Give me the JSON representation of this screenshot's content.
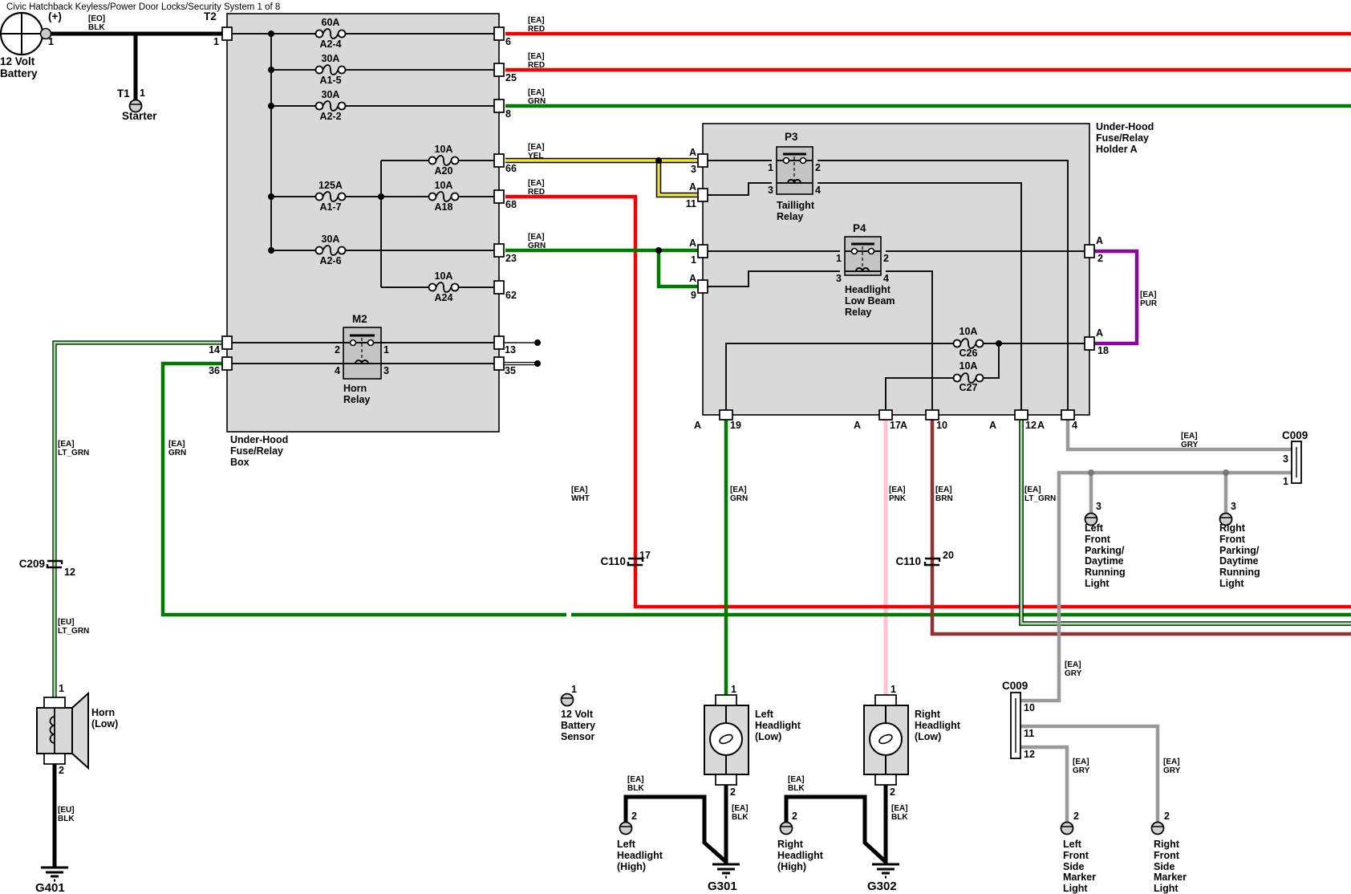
{
  "title": "Civic Hatchback Keyless/Power Door Locks/Security System 1 of 8",
  "colors": {
    "red": "#f40000",
    "green": "#007a00",
    "lt_green": "#9be89b",
    "yellow": "#f2e42c",
    "pink": "#ffc3ce",
    "brown": "#8e3434",
    "gray": "#999999",
    "purple": "#87099a",
    "black": "#000000"
  },
  "battery": {
    "plus": "(+)",
    "pin": "1",
    "label": "12 Volt\nBattery",
    "wire": "[EO]\nBLK",
    "t2": "T2",
    "t2_pin": "1"
  },
  "starter": {
    "t1": "T1",
    "pin": "1",
    "label": "Starter"
  },
  "fusebox": {
    "label": "Under-Hood\nFuse/Relay\nBox",
    "fuses": [
      {
        "amp": "60A",
        "id": "A2-4",
        "pin": "6",
        "wire": "[EA]\nRED"
      },
      {
        "amp": "30A",
        "id": "A1-5",
        "pin": "25",
        "wire": "[EA]\nRED"
      },
      {
        "amp": "30A",
        "id": "A2-2",
        "pin": "8",
        "wire": "[EA]\nGRN"
      },
      {
        "amp": "10A",
        "id": "A20",
        "pin": "66",
        "wire": "[EA]\nYEL"
      },
      {
        "amp": "125A",
        "id": "A1-7",
        "pin": "",
        "wire": ""
      },
      {
        "amp": "10A",
        "id": "A18",
        "pin": "68",
        "wire": "[EA]\nRED"
      },
      {
        "amp": "30A",
        "id": "A2-6",
        "pin": "23",
        "wire": "[EA]\nGRN"
      },
      {
        "amp": "10A",
        "id": "A24",
        "pin": "62",
        "wire": ""
      }
    ],
    "m2": {
      "id": "M2",
      "label": "Horn\nRelay",
      "pin1": "1",
      "pin2": "2",
      "pin3": "3",
      "pin4": "4",
      "left_top": "14",
      "left_bottom": "36",
      "right_top": "13",
      "right_bottom": "35"
    }
  },
  "holder_a": {
    "label": "Under-Hood\nFuse/Relay\nHolder A",
    "p3": {
      "id": "P3",
      "label": "Taillight\nRelay",
      "pin1": "1",
      "pin2": "2",
      "pin3": "3",
      "pin4": "4"
    },
    "p4": {
      "id": "P4",
      "label": "Headlight\nLow Beam\nRelay",
      "pin1": "1",
      "pin2": "2",
      "pin3": "3",
      "pin4": "4"
    },
    "c26": {
      "amp": "10A",
      "id": "C26"
    },
    "c27": {
      "amp": "10A",
      "id": "C27"
    },
    "pins_left": [
      {
        "a": "A",
        "n": "3"
      },
      {
        "a": "A",
        "n": "11"
      },
      {
        "a": "A",
        "n": "1"
      },
      {
        "a": "A",
        "n": "9"
      }
    ],
    "pins_right": [
      {
        "a": "A",
        "n": "2"
      },
      {
        "a": "A",
        "n": "18"
      }
    ],
    "pins_bottom": [
      {
        "a": "A",
        "n": "19",
        "wire": "[EA]\nGRN"
      },
      {
        "a": "A",
        "n": "17",
        "wire": "[EA]\nPNK"
      },
      {
        "a": "A",
        "n": "10",
        "wire": "[EA]\nBRN"
      },
      {
        "a": "A",
        "n": "12",
        "wire": "[EA]\nLT_GRN"
      },
      {
        "a": "A",
        "n": "4",
        "wire": "[EA]\nGRY"
      }
    ]
  },
  "wires": {
    "pur": "[EA]\nPUR",
    "wht": "[EA]\nWHT",
    "lt_grn_ea": "[EA]\nLT_GRN",
    "lt_grn_eu": "[EU]\nLT_GRN",
    "grn_ea": "[EA]\nGRN",
    "blk_eu": "[EU]\nBLK",
    "gry_top": "[EA]\nGRY",
    "gry_mid": "[EA]\nGRY",
    "gry_lf": "[EA]\nGRY",
    "gry_rf": "[EA]\nGRY",
    "blk_lh_high": "[EA]\nBLK",
    "blk_lh_low": "[EA]\nBLK",
    "blk_rh_high": "[EA]\nBLK",
    "blk_rh_low": "[EA]\nBLK"
  },
  "connectors": {
    "c209": {
      "name": "C209",
      "pin": "12"
    },
    "c110_17": {
      "name": "C110",
      "pin": "17"
    },
    "c110_20": {
      "name": "C110",
      "pin": "20"
    },
    "c009_a": {
      "name": "C009",
      "pin_top": "3",
      "pin_bottom": "1"
    },
    "c009_b": {
      "name": "C009",
      "pin1": "10",
      "pin2": "11",
      "pin3": "12"
    }
  },
  "components": {
    "sensor": {
      "pin": "1",
      "label": "12 Volt\nBattery\nSensor"
    },
    "lh_low": {
      "pin1": "1",
      "pin2": "2",
      "label": "Left\nHeadlight\n(Low)"
    },
    "rh_low": {
      "pin1": "1",
      "pin2": "2",
      "label": "Right\nHeadlight\n(Low)"
    },
    "lh_high": {
      "pin": "2",
      "label": "Left\nHeadlight\n(High)"
    },
    "rh_high": {
      "pin": "2",
      "label": "Right\nHeadlight\n(High)"
    },
    "horn": {
      "pin1": "1",
      "pin2": "2",
      "label": "Horn\n(Low)"
    },
    "lf_parking": {
      "pin": "3",
      "label": "Left\nFront\nParking/\nDaytime\nRunning\nLight"
    },
    "rf_parking": {
      "pin": "3",
      "label": "Right\nFront\nParking/\nDaytime\nRunning\nLight"
    },
    "lf_marker": {
      "pin": "2",
      "label": "Left\nFront\nSide\nMarker\nLight"
    },
    "rf_marker": {
      "pin": "2",
      "label": "Right\nFront\nSide\nMarker\nLight"
    }
  },
  "grounds": {
    "g301": "G301",
    "g302": "G302",
    "g401": "G401"
  }
}
